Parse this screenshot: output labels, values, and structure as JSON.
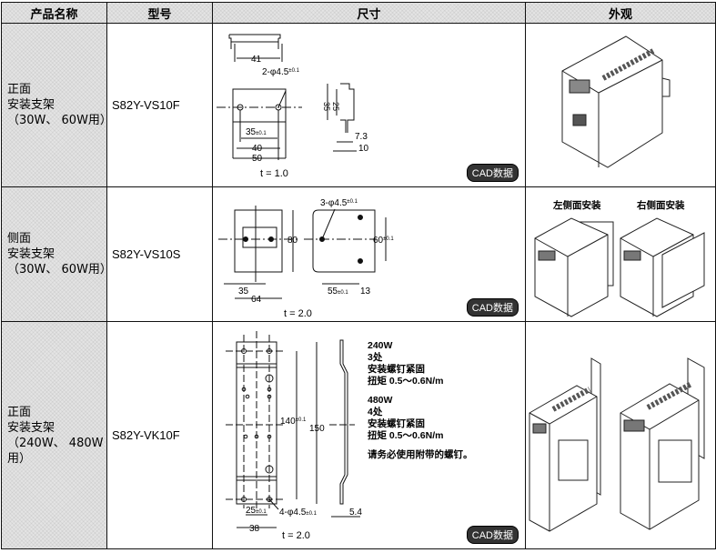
{
  "table": {
    "headers": [
      "产品名称",
      "型号",
      "尺寸",
      "外观"
    ],
    "rows": [
      {
        "name_lines": [
          "正面",
          "安装支架",
          "（30W、 60W用）"
        ],
        "model": "S82Y-VS10F",
        "dims": {
          "top_width": "41",
          "holes": "2-φ4.5",
          "holes_tol": "±0.1",
          "hole_pitch": "35",
          "hole_pitch_tol": "±0.1",
          "width_inner": "40",
          "width_outer": "50",
          "height_outer": "35",
          "height_inner": "25",
          "depth_inner": "7.3",
          "depth_outer": "10",
          "thickness": "t = 1.0"
        },
        "cad_label": "CAD数据",
        "appearance": {
          "labels": []
        }
      },
      {
        "name_lines": [
          "侧面",
          "安装支架",
          "（30W、 60W用）"
        ],
        "model": "S82Y-VS10S",
        "dims": {
          "holes": "3-φ4.5",
          "holes_tol": "±0.1",
          "height": "80",
          "hole_pitch_v": "60",
          "hole_pitch_v_tol": "±0.1",
          "offset": "35",
          "width": "64",
          "hole_offset_h": "55",
          "hole_offset_h_tol": "±0.1",
          "edge": "13",
          "thickness": "t = 2.0"
        },
        "cad_label": "CAD数据",
        "appearance": {
          "labels": [
            "左侧面安装",
            "右侧面安装"
          ]
        }
      },
      {
        "name_lines": [
          "正面",
          "安装支架",
          "（240W、 480W用）"
        ],
        "model": "S82Y-VK10F",
        "dims": {
          "hole_pitch_v": "140",
          "hole_pitch_v_tol": "±0.1",
          "height": "150",
          "hole_pitch_h": "25",
          "hole_pitch_h_tol": "±0.1",
          "holes": "4-φ4.5",
          "holes_tol": "±0.1",
          "width": "38",
          "depth": "5.4",
          "thickness": "t = 2.0"
        },
        "notes": {
          "group1": [
            "240W",
            "3处",
            "安装螺钉紧固",
            "扭矩 0.5～0.6N/m"
          ],
          "group2": [
            "480W",
            "4处",
            "安装螺钉紧固",
            "扭矩 0.5～0.6N/m"
          ],
          "footer": "请务必使用附带的螺钉。"
        },
        "cad_label": "CAD数据",
        "appearance": {
          "labels": []
        }
      }
    ]
  }
}
